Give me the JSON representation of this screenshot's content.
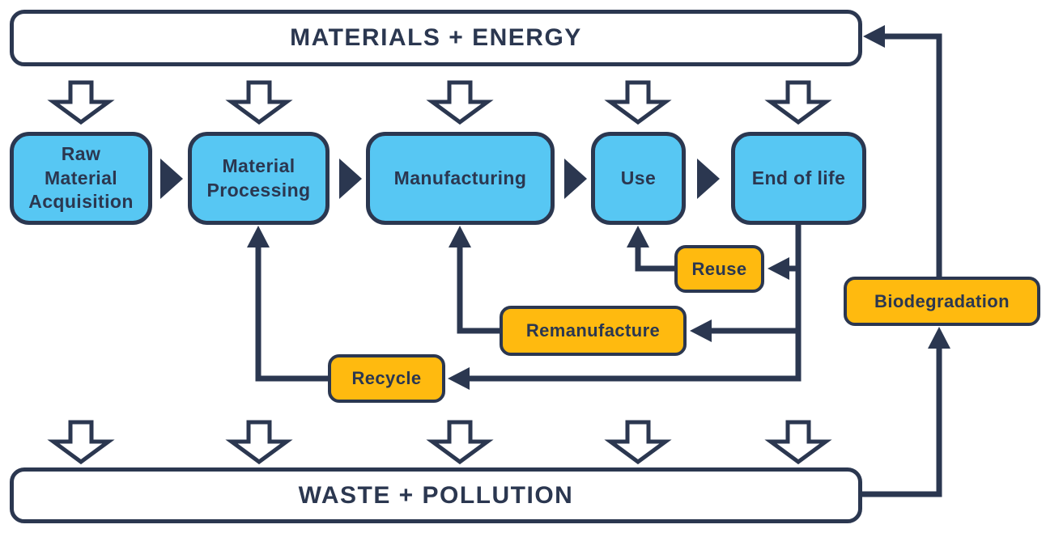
{
  "diagram": {
    "top_bar": {
      "label": "MATERIALS + ENERGY"
    },
    "bottom_bar": {
      "label": "WASTE + POLLUTION"
    },
    "stages": [
      {
        "id": "raw-material-acquisition",
        "label": "Raw\nMaterial\nAcquisition"
      },
      {
        "id": "material-processing",
        "label": "Material\nProcessing"
      },
      {
        "id": "manufacturing",
        "label": "Manufacturing"
      },
      {
        "id": "use",
        "label": "Use"
      },
      {
        "id": "end-of-life",
        "label": "End of life"
      }
    ],
    "recovery_paths": [
      {
        "id": "reuse",
        "label": "Reuse",
        "from": "End of life",
        "to": "Use"
      },
      {
        "id": "remanufacture",
        "label": "Remanufacture",
        "from": "End of life",
        "to": "Manufacturing"
      },
      {
        "id": "recycle",
        "label": "Recycle",
        "from": "End of life",
        "to": "Material Processing"
      },
      {
        "id": "biodegradation",
        "label": "Biodegradation",
        "from": "WASTE + POLLUTION",
        "to": "MATERIALS + ENERGY"
      }
    ],
    "colors": {
      "navy": "#2B3750",
      "sky_blue": "#57C7F3",
      "amber": "#FFBA0F",
      "background": "#FFFFFF"
    }
  }
}
